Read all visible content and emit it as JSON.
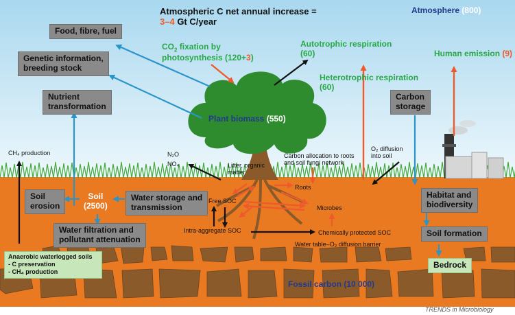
{
  "header": {
    "line1": "Atmospheric C net annual increase =",
    "value": "3–4",
    "unit": " Gt C/year"
  },
  "atmosphere": {
    "label": "Atmosphere",
    "value": "(800)"
  },
  "boxes": {
    "food": "Food, fibre, fuel",
    "genetic_1": "Genetic information,",
    "genetic_2": "breeding stock",
    "nutrient_1": "Nutrient",
    "nutrient_2": "transformation",
    "carbon_1": "Carbon",
    "carbon_2": "storage",
    "erosion_1": "Soil",
    "erosion_2": "erosion",
    "water_storage_1": "Water storage and",
    "water_storage_2": "transmission",
    "filtration_1": "Water filtration and",
    "filtration_2": "pollutant attenuation",
    "habitat_1": "Habitat and",
    "habitat_2": "biodiversity",
    "soil_formation": "Soil formation",
    "bedrock": "Bedrock"
  },
  "fluxes": {
    "co2_fix_1": "CO",
    "co2_fix_sub": "2",
    "co2_fix_2": " fixation by",
    "co2_fix_3": "photosynthesis (120+",
    "co2_fix_red": "3",
    "co2_fix_end": ")",
    "autotrophic_1": "Autotrophic respiration",
    "autotrophic_2": "(60)",
    "heterotrophic_1": "Heterotrophic respiration",
    "heterotrophic_2": "(60)",
    "human_label": "Human emission ",
    "human_value": "(9)"
  },
  "tree": {
    "label": "Plant biomass",
    "value": "(550)"
  },
  "soil": {
    "label": "Soil",
    "value": "(2500)"
  },
  "fossil": {
    "label": "Fossil carbon (10 000)"
  },
  "labels": {
    "ch4": "CH₄ production",
    "n2o": "N₂O",
    "no4": "NO₄",
    "litter_1": "Litter, organic",
    "litter_2": "matter",
    "alloc_1": "Carbon allocation to roots",
    "alloc_2": "and soil fungi network",
    "o2_1": "O₂ diffusion",
    "o2_2": "into soil",
    "roots": "Roots",
    "free_soc": "Free SOC",
    "microbes": "Microbes",
    "intra_soc": "Intra-aggregate SOC",
    "chem_soc": "Chemically protected SOC",
    "water_table": "Water table–O₂ diffusion barrier"
  },
  "anaerobic": {
    "title": "Anaerobic waterlogged soils",
    "item1": "- C preservation",
    "item2": "- CH₄ production"
  },
  "credit": "TRENDS in Microbiology",
  "colors": {
    "sky_top": "#a9d8ef",
    "sky_bottom": "#e9f6fb",
    "soil": "#ea7a22",
    "rock": "#8b5a2b",
    "box_gray": "#8a8a8a",
    "green_text": "#27a845",
    "red_arrow": "#ef5a2c",
    "blue_arrow": "#2b95c9",
    "dark_blue": "#233a8c",
    "bedrock_green": "#c7e6b9"
  }
}
